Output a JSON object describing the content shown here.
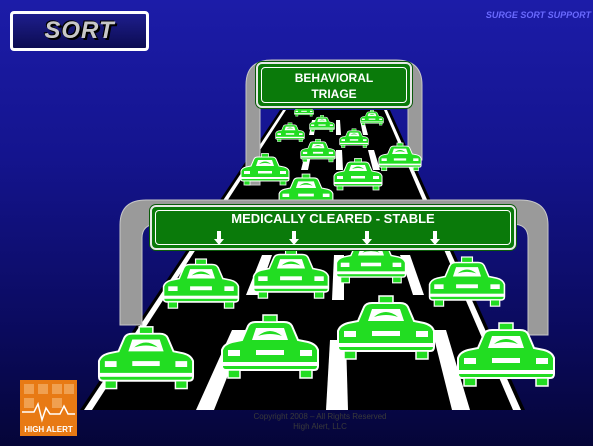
{
  "header": {
    "title": "SORT",
    "top_right_label": "SURGE SORT SUPPORT"
  },
  "signs": {
    "upper": {
      "line1": "BEHAVIORAL",
      "line2": "TRIAGE"
    },
    "lower": {
      "text": "MEDICALLY CLEARED - STABLE",
      "arrow_count": 4
    }
  },
  "logo": {
    "text": "HIGH ALERT"
  },
  "footer": {
    "line1": "Copyright 2008 – All Rights Reserved",
    "line2": "High Alert, LLC"
  },
  "colors": {
    "background": "#14148e",
    "sign_green": "#0a7a0a",
    "car_green": "#22dd22",
    "road": "#000000",
    "logo_orange": "#e87a14"
  },
  "icons": [
    "taxi-icon",
    "down-arrow-icon",
    "heartbeat-icon"
  ]
}
